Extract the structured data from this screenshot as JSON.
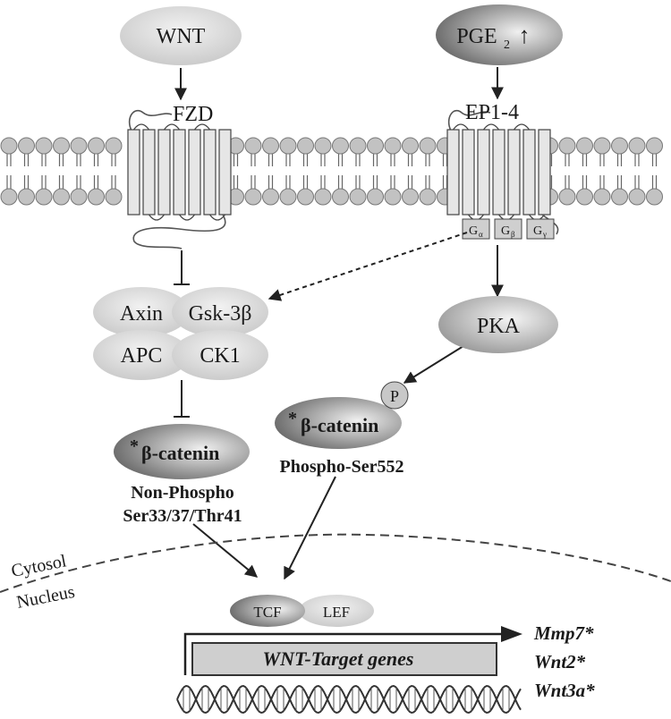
{
  "ligands": {
    "wnt": "WNT",
    "pge2_main": "PGE",
    "pge2_sub": "2",
    "pge2_arrow": "↑"
  },
  "receptors": {
    "fzd": "FZD",
    "ep": "EP1-4"
  },
  "g_proteins": {
    "alpha_main": "G",
    "alpha_sub": "α",
    "beta_main": "G",
    "beta_sub": "β",
    "gamma_main": "G",
    "gamma_sub": "γ"
  },
  "complex": {
    "axin": "Axin",
    "gsk": "Gsk-3β",
    "apc": "APC",
    "ck1": "CK1"
  },
  "kinase": {
    "pka": "PKA",
    "phospho": "P"
  },
  "catenin_left": {
    "star": "*",
    "name": "β-catenin",
    "line1": "Non-Phospho",
    "line2": "Ser33/37/Thr41"
  },
  "catenin_right": {
    "star": "*",
    "name": "β-catenin",
    "line1": "Phospho-Ser552"
  },
  "compartments": {
    "cytosol": "Cytosol",
    "nucleus": "Nucleus"
  },
  "transcription": {
    "tcf": "TCF",
    "lef": "LEF",
    "target_genes": "WNT-Target genes"
  },
  "genes": {
    "gene1": "Mmp7*",
    "gene2": "Wnt2*",
    "gene3": "Wnt3a*"
  }
}
